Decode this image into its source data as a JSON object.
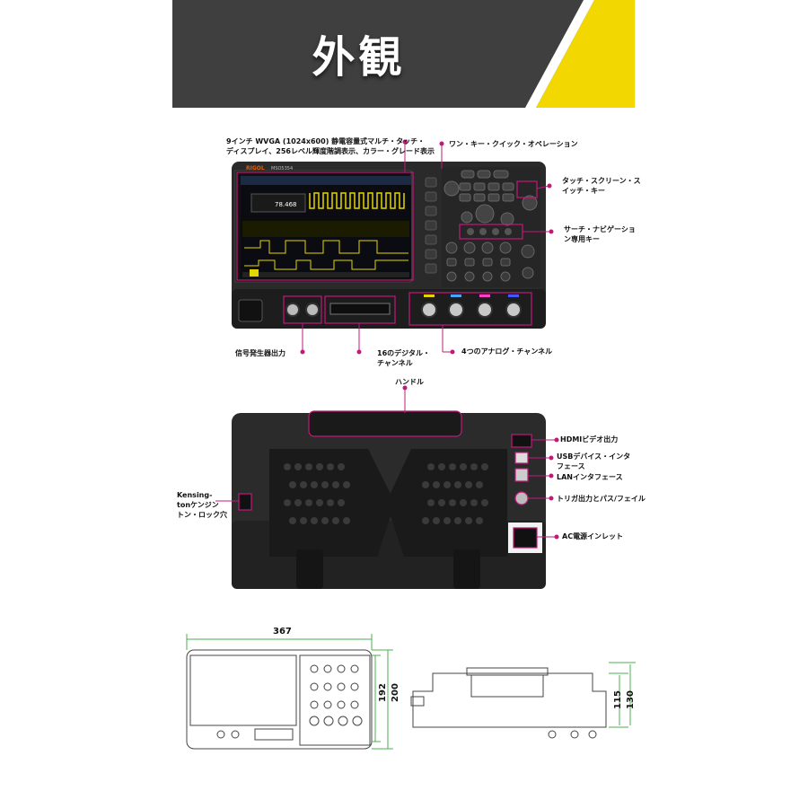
{
  "header": {
    "title": "外観"
  },
  "front": {
    "display_label_1": "9インチ WVGA (1024x600) 静電容量式マルチ・タッチ・",
    "display_label_2": "ディスプレイ、256レベル輝度階調表示、カラー・グレード表示",
    "one_key": "ワン・キー・クイック・オペレーション",
    "touch_key_1": "タッチ・スクリーン・ス",
    "touch_key_2": "イッチ・キー",
    "search_key_1": "サーチ・ナビゲーショ",
    "search_key_2": "ン専用キー",
    "signal_gen": "信号発生器出力",
    "digital_1": "16のデジタル・",
    "digital_2": "チャンネル",
    "analog": "4つのアナログ・チャンネル",
    "brand": "RIGOL",
    "model": "MSO5354",
    "screen_value": "78.468"
  },
  "rear": {
    "handle": "ハンドル",
    "hdmi": "HDMIビデオ出力",
    "usb_1": "USBデバイス・インタ",
    "usb_2": "フェース",
    "lan": "LANインタフェース",
    "trigger": "トリガ出力とパス/フェイル",
    "ac": "AC電源インレット",
    "kensington_1": "Kensing-",
    "kensington_2": "tonケンジン",
    "kensington_3": "トン・ロック穴"
  },
  "dimensions": {
    "width": "367",
    "height_front_1": "192",
    "height_front_2": "200",
    "height_side_1": "115",
    "height_side_2": "130"
  },
  "colors": {
    "banner": "#3f3f3f",
    "accent": "#f2d800",
    "callout": "#c2187a",
    "body": "#2a2a2a"
  }
}
